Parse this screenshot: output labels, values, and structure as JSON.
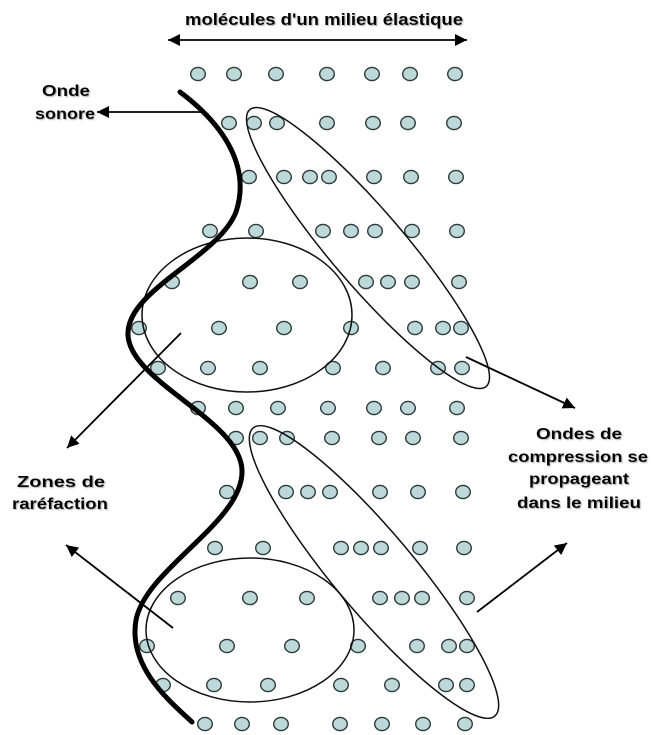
{
  "labels": {
    "medium": "molécules d'un milieu élastique",
    "sound_wave": [
      "Onde",
      "sonore"
    ],
    "rarefaction": [
      "Zones de",
      "raréfaction"
    ],
    "compression": [
      "Ondes de",
      "compression se",
      "propageant",
      "dans le milieu"
    ]
  },
  "colors": {
    "background": "#ffffff",
    "molecule_fill": "#bcd8d9",
    "molecule_stroke": "#2e3a3a",
    "ink": "#000000"
  }
}
